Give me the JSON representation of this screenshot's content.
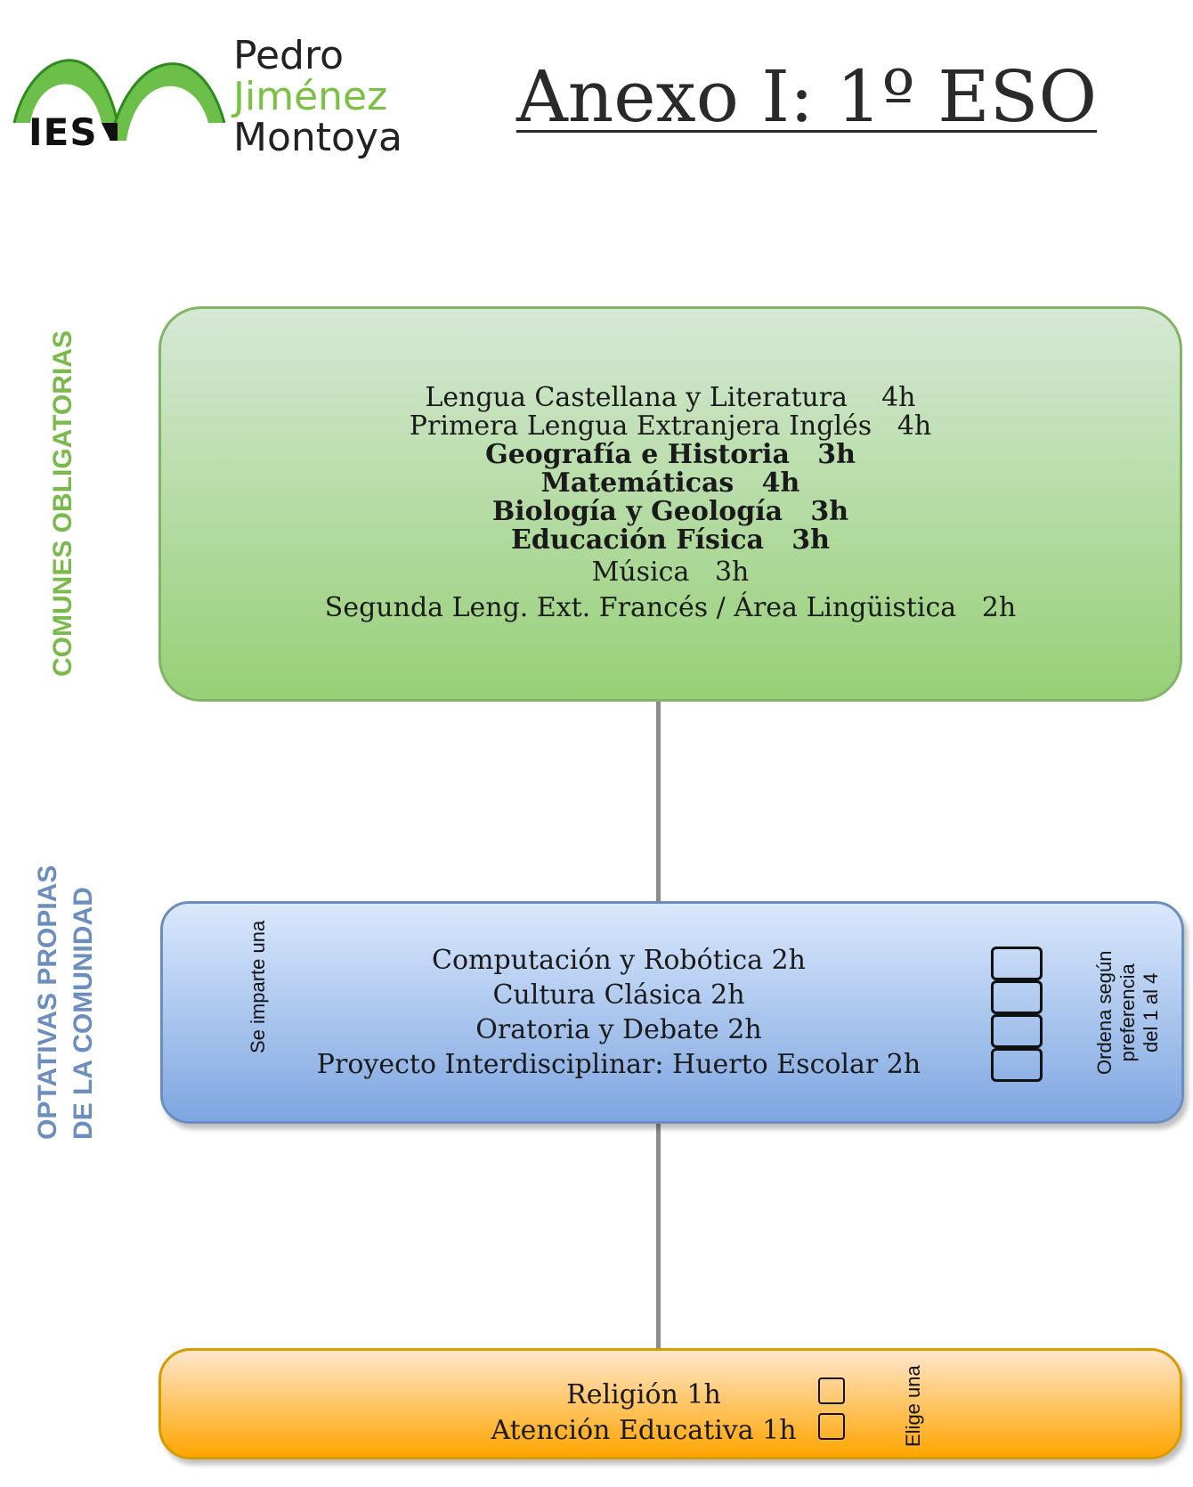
{
  "logo": {
    "abbrev": "IES",
    "name_line1": "Pedro",
    "name_line2": "Jiménez",
    "name_line3": "Montoya"
  },
  "title": "Anexo I: 1º ESO",
  "sections": {
    "comunes": {
      "side_label": "COMUNES OBLIGATORIAS",
      "items": [
        "Lengua Castellana y Literatura    4h",
        "Primera Lengua Extranjera Inglés   4h",
        "Geografía e Historia   3h",
        "Matemáticas   4h",
        "Biología y Geología   3h",
        "Educación Física   3h",
        "Música   3h",
        "Segunda Leng. Ext. Francés / Área Lingüistica   2h"
      ]
    },
    "optativas": {
      "side_label_line1": "OPTATIVAS PROPIAS",
      "side_label_line2": "DE LA COMUNIDAD",
      "left_note": "Se imparte una",
      "items": [
        "Computación y Robótica 2h",
        "Cultura Clásica 2h",
        "Oratoria y Debate 2h",
        "Proyecto Interdisciplinar: Huerto Escolar 2h"
      ],
      "right_note_line1": "Ordena según",
      "right_note_line2": "preferencia",
      "right_note_line3": "del 1 al 4"
    },
    "religion": {
      "items": [
        "Religión 1h",
        "Atención Educativa 1h"
      ],
      "note": "Elige una"
    }
  },
  "colors": {
    "green_border": "#82b366",
    "green_label": "#7aba4a",
    "blue_border": "#6c8ebf",
    "orange_border": "#d79b00",
    "connector": "#8c8c8c"
  }
}
